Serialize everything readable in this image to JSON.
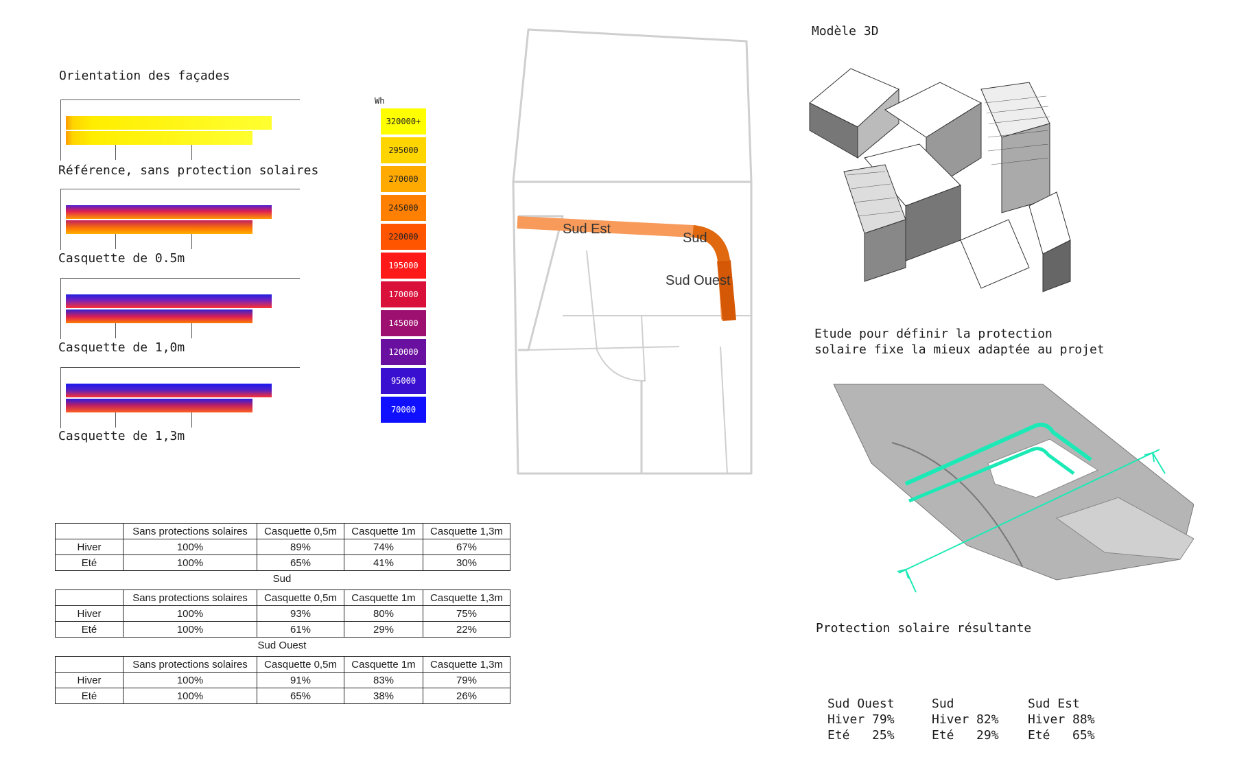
{
  "left": {
    "title": "Orientation des façades",
    "captions": [
      "Référence, sans protection solaires",
      "Casquette de 0.5m",
      "Casquette de 1,0m",
      "Casquette de 1,3m"
    ]
  },
  "legend": {
    "unit": "Wh",
    "items": [
      {
        "label": "320000+",
        "color": "#ffff00"
      },
      {
        "label": "295000",
        "color": "#ffd500"
      },
      {
        "label": "270000",
        "color": "#ffaa00"
      },
      {
        "label": "245000",
        "color": "#ff7f00"
      },
      {
        "label": "220000",
        "color": "#ff5500"
      },
      {
        "label": "195000",
        "color": "#ff1a1a"
      },
      {
        "label": "170000",
        "color": "#d9103a"
      },
      {
        "label": "145000",
        "color": "#9e1070"
      },
      {
        "label": "120000",
        "color": "#6a10a0"
      },
      {
        "label": "95000",
        "color": "#3a10d0"
      },
      {
        "label": "70000",
        "color": "#1010ff"
      }
    ]
  },
  "plan": {
    "labels": {
      "sud_est": "Sud Est",
      "sud": "Sud",
      "sud_ouest": "Sud Ouest"
    },
    "colors": {
      "sud_est": "#f79a5a",
      "sud": "#e0680f",
      "sud_ouest": "#d45806"
    }
  },
  "right": {
    "model_title": "Modèle 3D",
    "study_line1": "Etude pour définir la protection",
    "study_line2": "solaire fixe la mieux adaptée au projet",
    "result_title": "Protection solaire résultante",
    "results": [
      {
        "name": "Sud Ouest",
        "hiver": "Hiver 79%",
        "ete": "Eté   25%"
      },
      {
        "name": "Sud",
        "hiver": "Hiver 82%",
        "ete": "Eté   29%"
      },
      {
        "name": "Sud Est",
        "hiver": "Hiver 88%",
        "ete": "Eté   65%"
      }
    ],
    "accent": "#1de9b6"
  },
  "tables": {
    "headers": [
      "",
      "Sans protections solaires",
      "Casquette 0,5m",
      "Casquette 1m",
      "Casquette 1,3m"
    ],
    "sections": [
      {
        "title": "",
        "rows": [
          [
            "Hiver",
            "100%",
            "89%",
            "74%",
            "67%"
          ],
          [
            "Eté",
            "100%",
            "65%",
            "41%",
            "30%"
          ]
        ]
      },
      {
        "title": "Sud",
        "rows": [
          [
            "Hiver",
            "100%",
            "93%",
            "80%",
            "75%"
          ],
          [
            "Eté",
            "100%",
            "61%",
            "29%",
            "22%"
          ]
        ]
      },
      {
        "title": "Sud Ouest",
        "rows": [
          [
            "Hiver",
            "100%",
            "91%",
            "83%",
            "79%"
          ],
          [
            "Eté",
            "100%",
            "65%",
            "38%",
            "26%"
          ]
        ]
      }
    ]
  }
}
